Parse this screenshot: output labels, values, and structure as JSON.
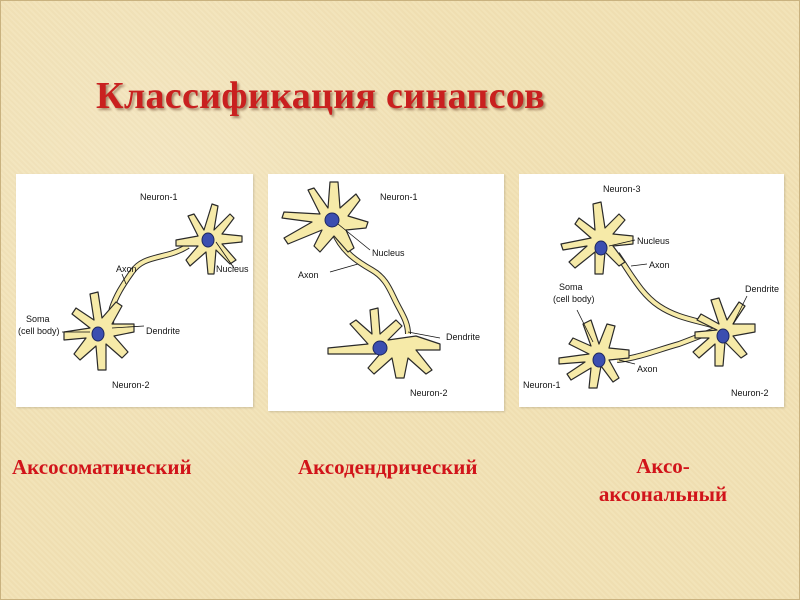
{
  "slide": {
    "title": "Классификация синапсов"
  },
  "panels": [
    {
      "caption": "Аксосоматический",
      "labels": {
        "neuron_top": "Neuron-1",
        "nucleus": "Nucleus",
        "axon": "Axon",
        "soma_line1": "Soma",
        "soma_line2": "(cell body)",
        "dendrite": "Dendrite",
        "neuron_bottom": "Neuron-2"
      }
    },
    {
      "caption": "Аксодендрический",
      "labels": {
        "neuron_top": "Neuron-1",
        "nucleus": "Nucleus",
        "axon": "Axon",
        "dendrite": "Dendrite",
        "neuron_bottom": "Neuron-2"
      }
    },
    {
      "caption_line1": "Аксо-",
      "caption_line2": "аксональный",
      "labels": {
        "neuron_top": "Neuron-3",
        "nucleus": "Nucleus",
        "axon_top": "Axon",
        "soma_line1": "Soma",
        "soma_line2": "(cell body)",
        "dendrite": "Dendrite",
        "axon_bottom": "Axon",
        "neuron_left": "Neuron-1",
        "neuron_right": "Neuron-2"
      }
    }
  ]
}
